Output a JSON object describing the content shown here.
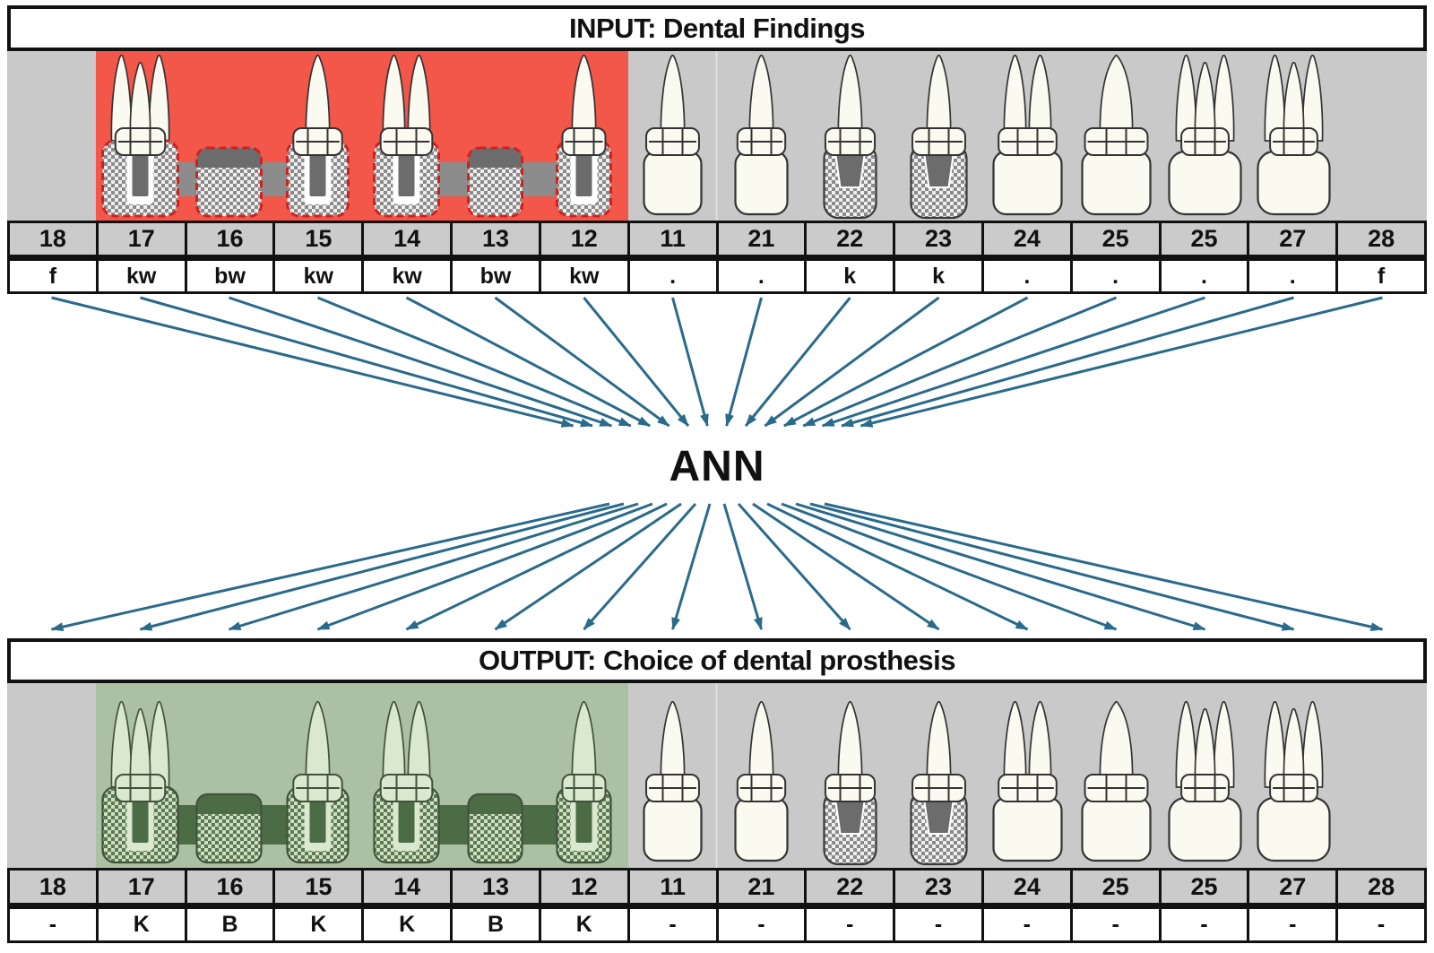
{
  "input": {
    "title": "INPUT: Dental Findings"
  },
  "ann": {
    "label": "ANN"
  },
  "output": {
    "title": "OUTPUT: Choice of dental prosthesis"
  },
  "teeth": [
    {
      "number": "18",
      "input": {
        "code": "f",
        "state": "missing"
      },
      "output": {
        "code": "-",
        "state": "missing"
      }
    },
    {
      "number": "17",
      "roots": 3,
      "crown_w": 84,
      "input": {
        "code": "kw",
        "state": "crown-post",
        "scheme": "gray",
        "dashed": true
      },
      "output": {
        "code": "K",
        "state": "crown-post",
        "scheme": "green"
      }
    },
    {
      "number": "16",
      "crown_w": 72,
      "input": {
        "code": "bw",
        "state": "pontic",
        "scheme": "gray",
        "dashed": true
      },
      "output": {
        "code": "B",
        "state": "pontic",
        "scheme": "green"
      }
    },
    {
      "number": "15",
      "roots": 1,
      "crown_w": 68,
      "input": {
        "code": "kw",
        "state": "crown-post",
        "scheme": "gray",
        "dashed": true
      },
      "output": {
        "code": "K",
        "state": "crown-post",
        "scheme": "green"
      }
    },
    {
      "number": "14",
      "roots": 2,
      "crown_w": 72,
      "input": {
        "code": "kw",
        "state": "crown-post",
        "scheme": "gray",
        "dashed": true
      },
      "output": {
        "code": "K",
        "state": "crown-post",
        "scheme": "green"
      }
    },
    {
      "number": "13",
      "crown_w": 60,
      "input": {
        "code": "bw",
        "state": "pontic",
        "scheme": "gray",
        "dashed": true
      },
      "output": {
        "code": "B",
        "state": "pontic",
        "scheme": "green"
      }
    },
    {
      "number": "12",
      "roots": 1,
      "crown_w": 60,
      "input": {
        "code": "kw",
        "state": "crown-post",
        "scheme": "gray",
        "dashed": true
      },
      "output": {
        "code": "K",
        "state": "crown-post",
        "scheme": "green"
      }
    },
    {
      "number": "11",
      "roots": 1,
      "crown_w": 64,
      "input": {
        "code": ".",
        "state": "natural"
      },
      "output": {
        "code": "-",
        "state": "natural"
      }
    },
    {
      "number": "21",
      "roots": 1,
      "crown_w": 58,
      "input": {
        "code": ".",
        "state": "natural"
      },
      "output": {
        "code": "-",
        "state": "natural"
      }
    },
    {
      "number": "22",
      "roots": 1,
      "crown_w": 58,
      "input": {
        "code": "k",
        "state": "crown-core",
        "scheme": "gray"
      },
      "output": {
        "code": "-",
        "state": "crown-core",
        "scheme": "gray"
      }
    },
    {
      "number": "23",
      "roots": 1,
      "crown_w": 62,
      "input": {
        "code": "k",
        "state": "crown-core",
        "scheme": "gray"
      },
      "output": {
        "code": "-",
        "state": "crown-core",
        "scheme": "gray"
      }
    },
    {
      "number": "24",
      "roots": 2,
      "crown_w": 76,
      "input": {
        "code": ".",
        "state": "natural"
      },
      "output": {
        "code": "-",
        "state": "natural"
      }
    },
    {
      "number": "25",
      "roots": 1,
      "wide_root": true,
      "crown_w": 76,
      "input": {
        "code": ".",
        "state": "natural"
      },
      "output": {
        "code": "-",
        "state": "natural"
      }
    },
    {
      "number": "25",
      "roots": 3,
      "crown_w": 80,
      "input": {
        "code": ".",
        "state": "natural"
      },
      "output": {
        "code": "-",
        "state": "natural"
      }
    },
    {
      "number": "27",
      "roots": 3,
      "crown_w": 80,
      "input": {
        "code": ".",
        "state": "natural"
      },
      "output": {
        "code": "-",
        "state": "natural"
      }
    },
    {
      "number": "28",
      "input": {
        "code": "f",
        "state": "missing"
      },
      "output": {
        "code": "-",
        "state": "missing"
      }
    }
  ],
  "bridges": {
    "connector_pairs": [
      [
        1,
        2
      ],
      [
        2,
        3
      ],
      [
        4,
        5
      ],
      [
        5,
        6
      ]
    ]
  },
  "highlight": {
    "from_col": 1,
    "to_col": 6
  },
  "colors": {
    "red_highlight": "#F2574A",
    "green_highlight": "#ACC1A3",
    "band_gray": "#C9C9C9",
    "arrow": "#2A6A8B",
    "tooth_fill": "#FBFAF1",
    "tooth_outline": "#333333",
    "checker_gray_dark": "#8A8A8A",
    "checker_gray_light": "#EFEFEF",
    "checker_green_dark": "#5D7854",
    "checker_green_light": "#CFE0C2",
    "green_tooth_fill": "#D9E8CE",
    "green_outline": "#41523C",
    "connector_gray": "#8C8C8C",
    "connector_green": "#4C6C46",
    "post_gray": "#6C6C6C",
    "renewal_border_red": "#CE2222",
    "separator_line": "#E0E0E0"
  }
}
